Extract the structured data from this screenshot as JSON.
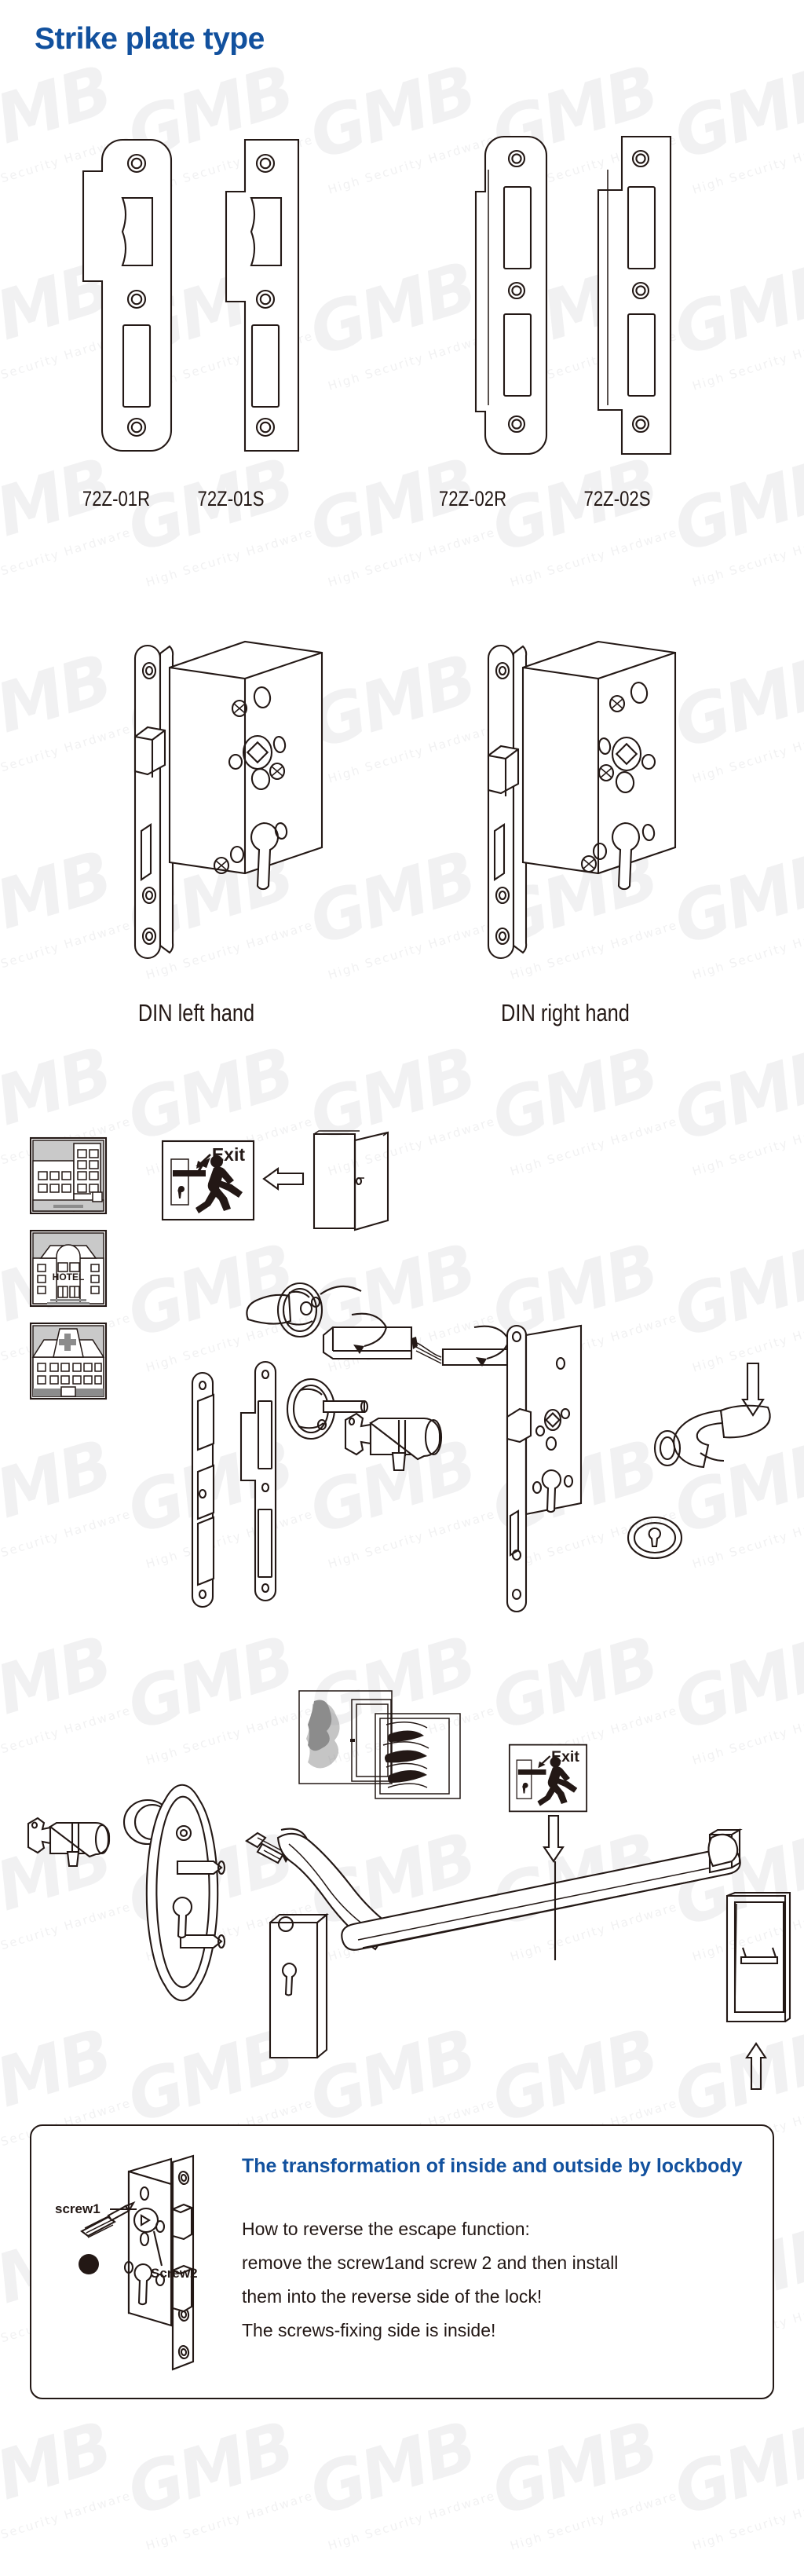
{
  "page": {
    "title": "Strike plate type",
    "accent_color": "#12519e",
    "line_color": "#231815",
    "background": "#ffffff",
    "watermark_text": "GMB",
    "watermark_sub": "High  Security  Hardware"
  },
  "strike_plates": {
    "section_title": "Strike plate type",
    "items": [
      {
        "label": "72Z-01R",
        "end_shape": "rounded",
        "cutouts": 2,
        "screw_holes": 2
      },
      {
        "label": "72Z-01S",
        "end_shape": "square",
        "cutouts": 2,
        "screw_holes": 2
      },
      {
        "label": "72Z-02R",
        "end_shape": "rounded",
        "cutouts": 2,
        "screw_holes": 2
      },
      {
        "label": "72Z-02S",
        "end_shape": "square",
        "cutouts": 2,
        "screw_holes": 2
      }
    ]
  },
  "lockbody_handing": {
    "items": [
      {
        "label": "DIN left hand"
      },
      {
        "label": "DIN right hand"
      }
    ]
  },
  "applications": {
    "icons": [
      {
        "name": "office-building-icon",
        "label": ""
      },
      {
        "name": "hotel-building-icon",
        "label": "HOTEL"
      },
      {
        "name": "hospital-building-icon",
        "label": ""
      }
    ]
  },
  "exit_signs": [
    {
      "name": "exit-sign-upper",
      "label": "Exit"
    },
    {
      "name": "exit-sign-lower",
      "label": "Exit"
    }
  ],
  "info_box": {
    "heading": "The transformation of inside and outside by lockbody",
    "body_lines": [
      "How to reverse the escape function:",
      "remove the screw1and screw 2 and then install",
      "them into the reverse side of the lock!",
      "The screws-fixing side is inside!"
    ],
    "callouts": [
      {
        "label": "screw1"
      },
      {
        "label": "Screw2"
      }
    ]
  }
}
